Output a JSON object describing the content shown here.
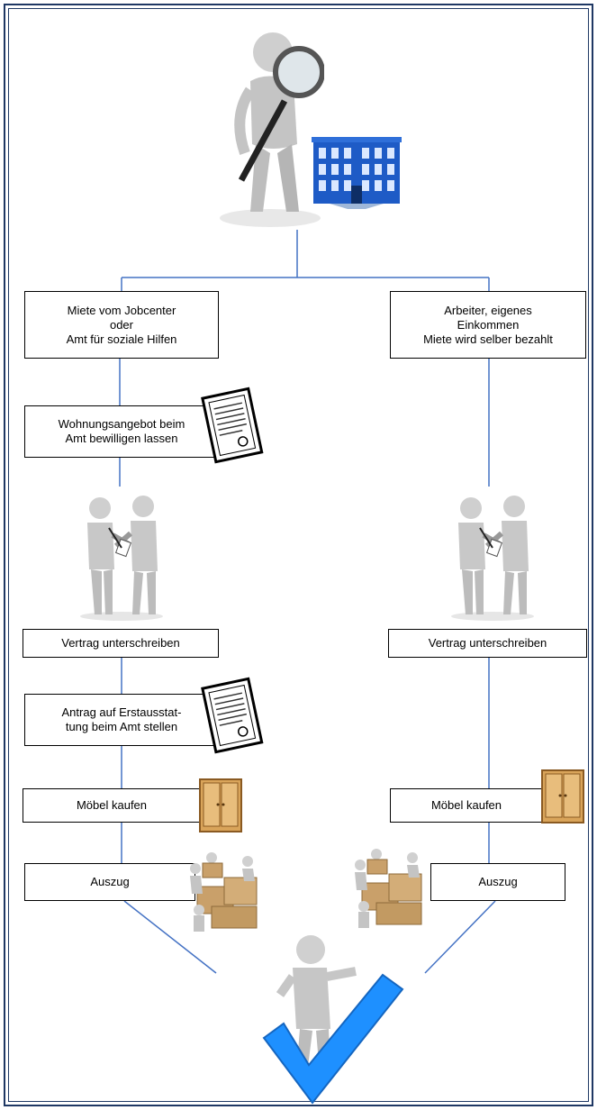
{
  "boxes": {
    "left_1": "Miete vom Jobcenter\noder\nAmt für soziale Hilfen",
    "right_1": "Arbeiter, eigenes\nEinkommen\nMiete wird selber bezahlt",
    "left_2": "Wohnungsangebot beim\nAmt bewilligen lassen",
    "left_3": "Vertrag unterschreiben",
    "right_3": "Vertrag unterschreiben",
    "left_4": "Antrag auf Erstausstat-\ntung beim Amt stellen",
    "left_5": "Möbel kaufen",
    "right_5": "Möbel kaufen",
    "left_6": "Auszug",
    "right_6": "Auszug"
  },
  "colors": {
    "connector": "#4472c4",
    "frame": "#1f3864",
    "checkmark": "#1e90ff",
    "building": "#1e5bc6"
  },
  "icons": [
    "magnifier-person-icon",
    "building-icon",
    "document-icon",
    "handshake-icon",
    "wardrobe-icon",
    "moving-boxes-icon",
    "checkmark-person-icon"
  ]
}
